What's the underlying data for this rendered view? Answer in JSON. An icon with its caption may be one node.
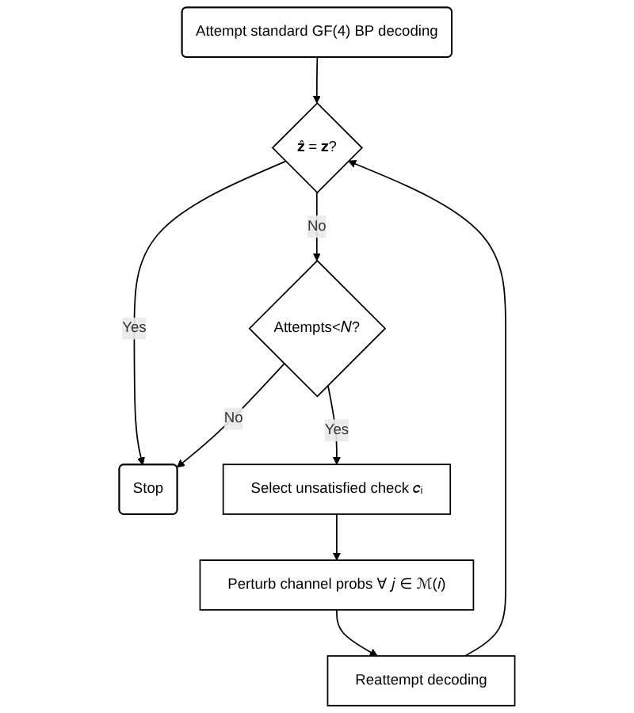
{
  "diagram": {
    "nodes": [
      {
        "text": [
          "Attempt standard GF(4) BP decoding"
        ]
      },
      {
        "text": [
          "𝐳̂ = 𝐳?"
        ]
      },
      {
        "text": [
          "Stop"
        ]
      },
      {
        "text": [
          "Attempts<𝑁?"
        ]
      },
      {
        "text": [
          "Select unsatisfied check 𝑐ᵢ"
        ]
      },
      {
        "text": [
          "Perturb channel probs ∀ 𝑗 ∈ ℳ(𝑖)"
        ]
      },
      {
        "text": [
          "Reattempt decoding"
        ]
      }
    ],
    "edges": [
      {
        "from": 0,
        "to": 1,
        "arrow": "to"
      },
      {
        "from": 1,
        "to": 2,
        "label": "Yes",
        "arrow": "to"
      },
      {
        "from": 1,
        "to": 3,
        "label": "No",
        "arrow": "to"
      },
      {
        "from": 3,
        "to": 2,
        "label": "No",
        "arrow": "to"
      },
      {
        "from": 3,
        "to": 4,
        "label": "Yes",
        "arrow": "to"
      },
      {
        "from": 4,
        "to": 5,
        "arrow": "to"
      },
      {
        "from": 5,
        "to": 6,
        "arrow": "to"
      },
      {
        "from": 6,
        "to": 1,
        "arrow": "to"
      }
    ]
  }
}
